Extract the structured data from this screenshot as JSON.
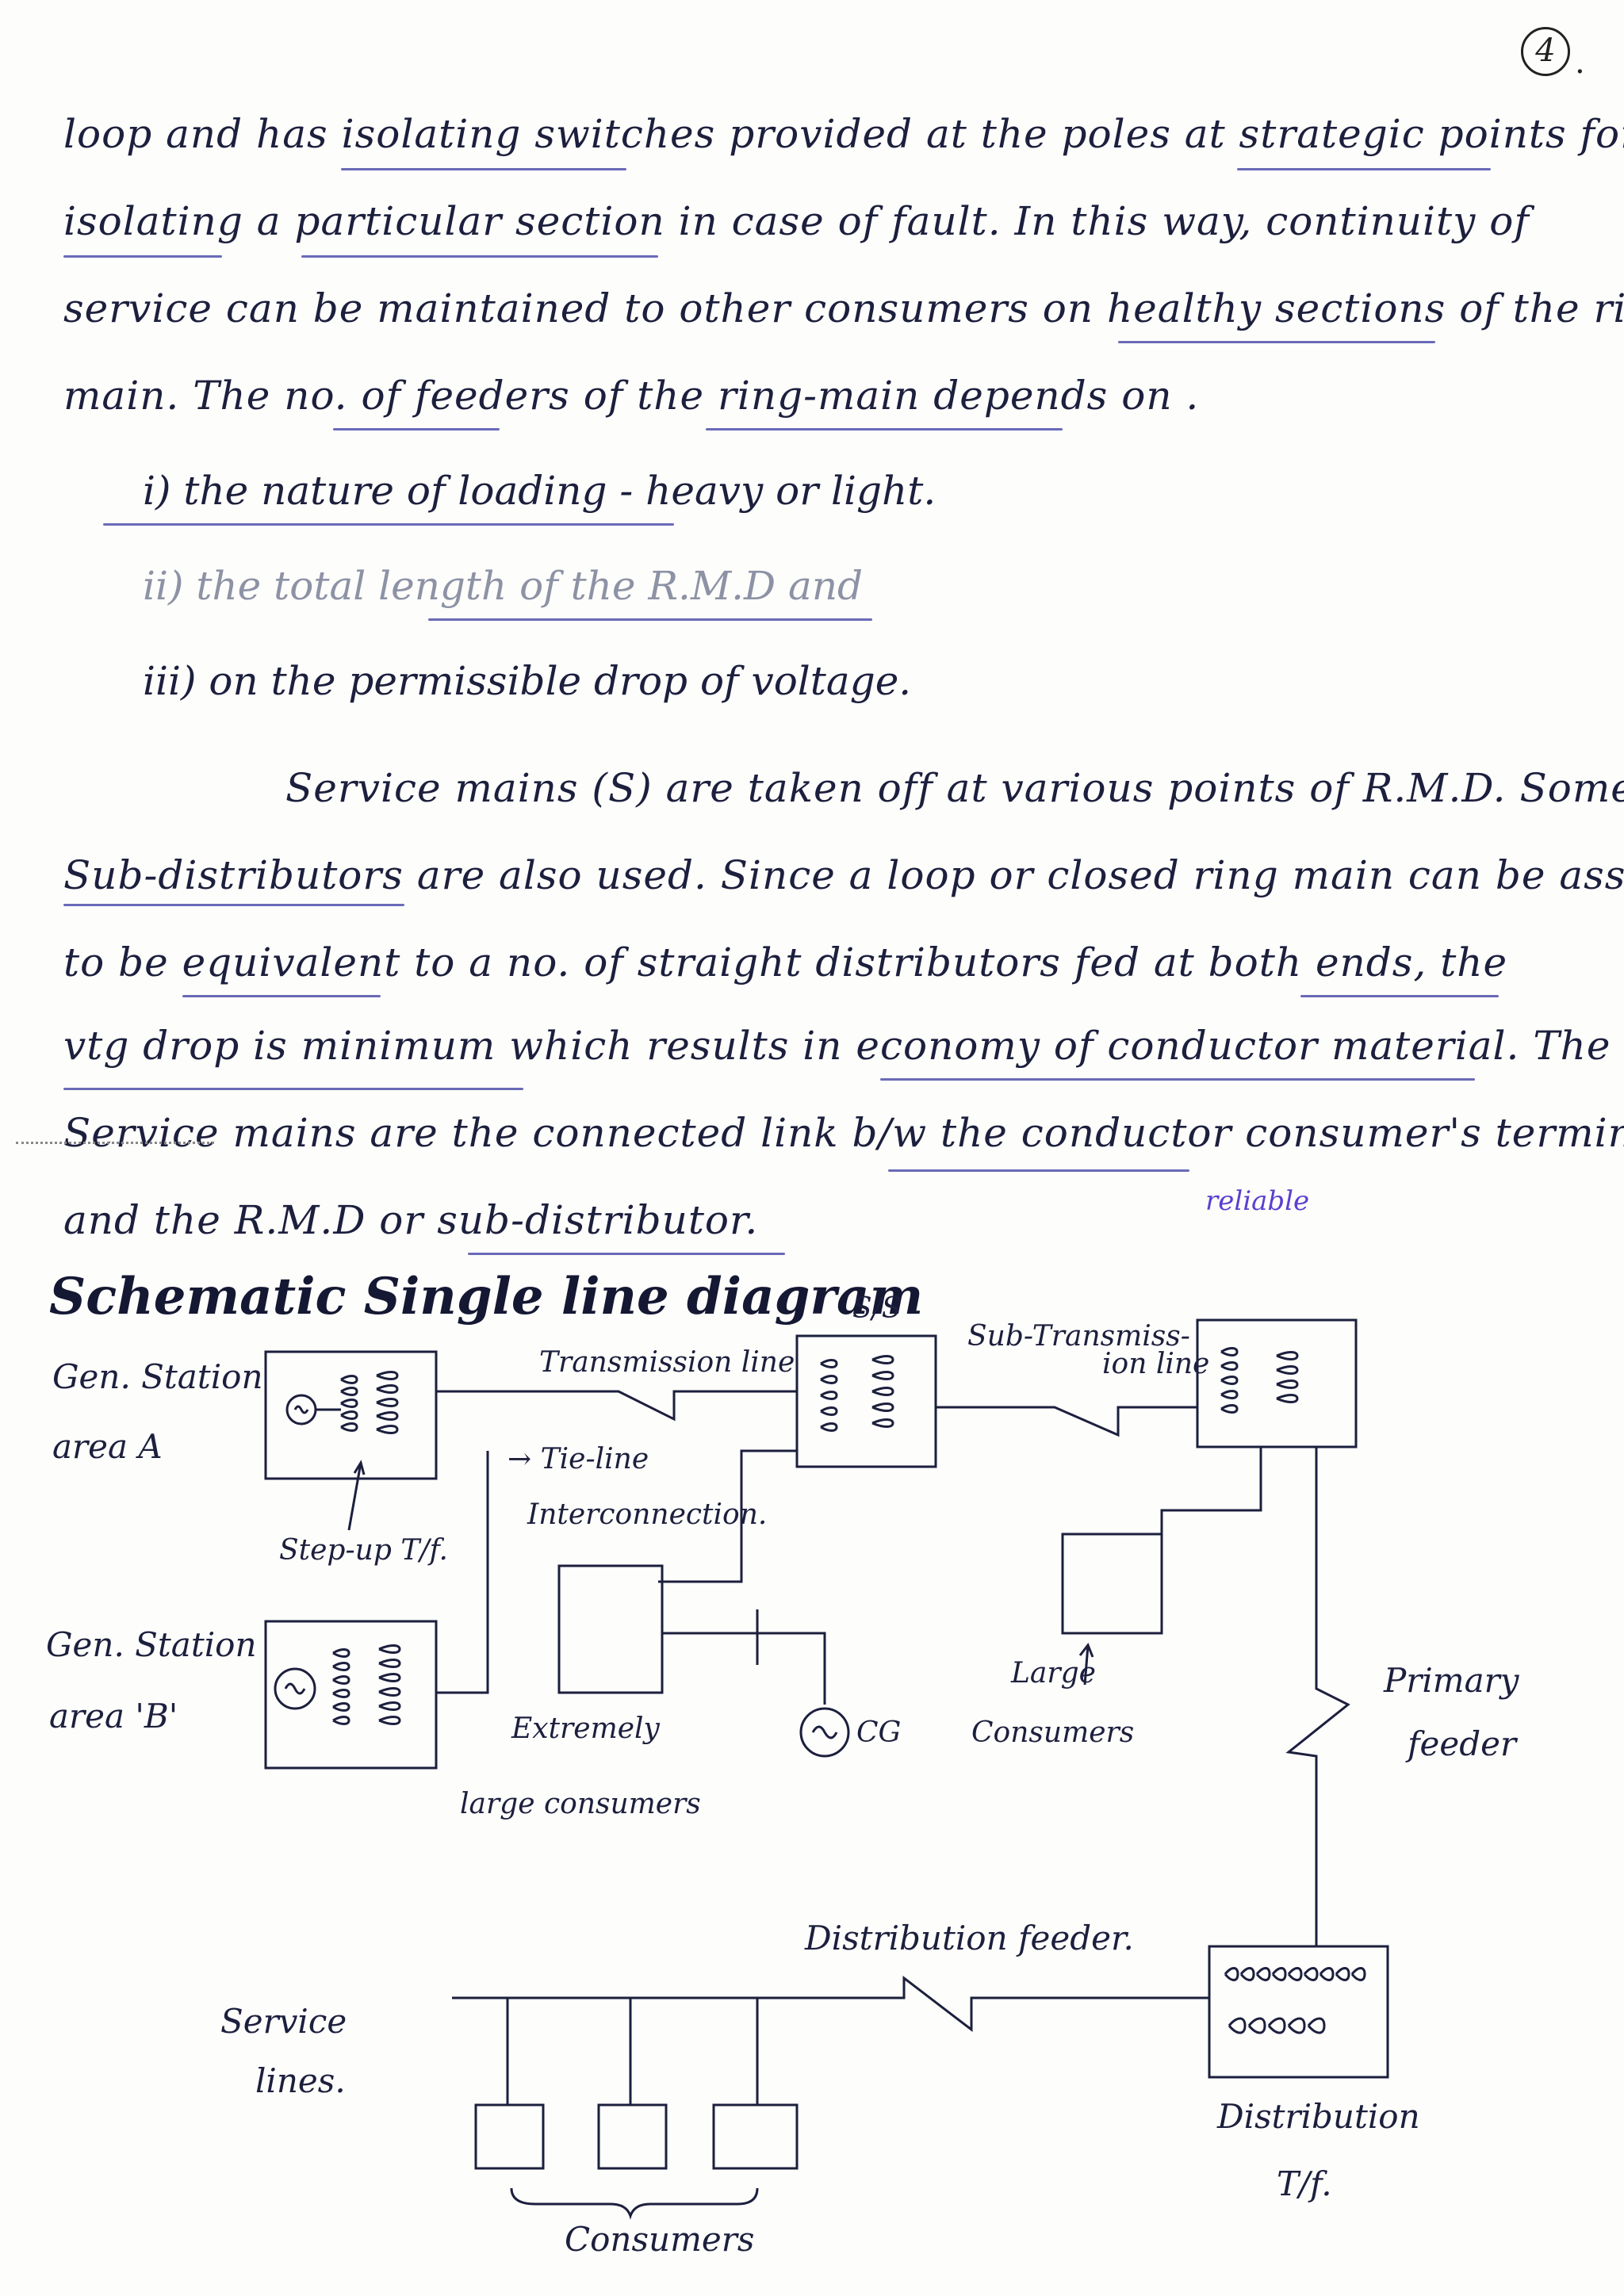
{
  "page": {
    "number": "4",
    "dot": "."
  },
  "text": {
    "line1": "loop and has isolating switches provided at the poles at strategic points for",
    "line2": "isolating a particular section in case of fault. In this way, continuity of",
    "line3": "service can be maintained to other consumers on healthy sections of the ring",
    "line4": "main. The no. of feeders of the ring-main depends on .",
    "item1": "i) the nature of loading - heavy or light.",
    "item2": "ii) the total length of the R.M.D and",
    "item3": "iii) on the permissible drop of voltage.",
    "line5": "Service mains (S) are taken off at various points of R.M.D. Sometim",
    "line6": "Sub-distributors are also used. Since a loop or closed ring main can be assum",
    "line7": "to be equivalent to a no. of straight distributors fed at both ends, the",
    "line8": "vtg drop is minimum which results in economy of conductor material. The",
    "line9": "Service mains are the connected link b/w the conductor consumer's termina",
    "line10": "and the R.M.D or sub-distributor.",
    "margin_note": "reliable"
  },
  "diagram": {
    "heading": "Schematic Single line diagram",
    "labels": {
      "gen_a_1": "Gen. Station",
      "gen_a_2": "area A",
      "step_up": "Step-up T/f.",
      "gen_b_1": "Gen. Station",
      "gen_b_2": "area 'B'",
      "transmission_line": "Transmission line",
      "tie_line": "→ Tie-line",
      "interconnection": "Interconnection.",
      "ss": "S/S",
      "sub_transmission_1": "Sub-Transmiss-",
      "sub_transmission_2": "ion line",
      "extremely": "Extremely",
      "large_consumers_1": "large consumers",
      "cg": "CG",
      "large": "Large",
      "consumers_large": "Consumers",
      "primary": "Primary",
      "feeder": "feeder",
      "distribution_feeder": "Distribution feeder.",
      "service": "Service",
      "lines": "lines.",
      "distribution": "Distribution",
      "tf": "T/f.",
      "consumers": "Consumers"
    }
  }
}
